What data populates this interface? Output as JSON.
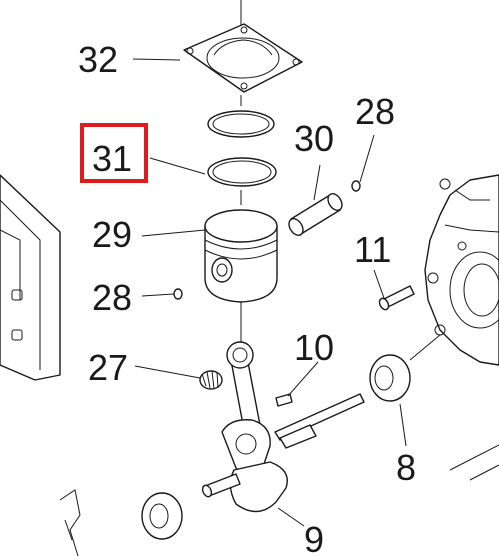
{
  "diagram": {
    "callouts": [
      {
        "id": "c32",
        "label": "32"
      },
      {
        "id": "c31",
        "label": "31"
      },
      {
        "id": "c30",
        "label": "30"
      },
      {
        "id": "c28a",
        "label": "28"
      },
      {
        "id": "c29",
        "label": "29"
      },
      {
        "id": "c11",
        "label": "11"
      },
      {
        "id": "c28b",
        "label": "28"
      },
      {
        "id": "c27",
        "label": "27"
      },
      {
        "id": "c10",
        "label": "10"
      },
      {
        "id": "c8",
        "label": "8"
      },
      {
        "id": "c9",
        "label": "9"
      }
    ],
    "highlighted_callout": "31",
    "highlight_color": "#e01b1b",
    "line_color": "#1a1a1a"
  }
}
